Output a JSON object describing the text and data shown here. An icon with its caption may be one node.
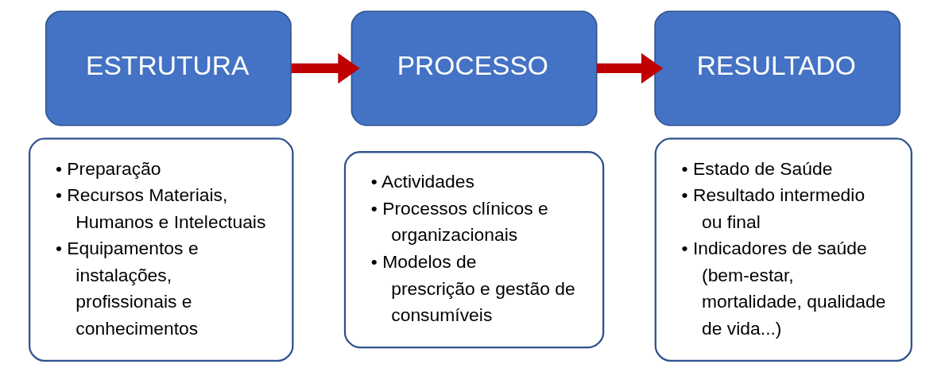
{
  "diagram": {
    "nodes": [
      {
        "text": [
          "ESTRUTURA"
        ]
      },
      {
        "text": [
          "• Preparação",
          "• Recursos Materiais, Humanos e Intelectuais",
          "• Equipamentos e instalações, profissionais e conhecimentos"
        ]
      },
      {
        "text": [
          "PROCESSO"
        ]
      },
      {
        "text": [
          "• Actividades",
          "• Processos clínicos e organizacionais",
          "• Modelos de prescrição e gestão de consumíveis"
        ]
      },
      {
        "text": [
          "RESULTADO"
        ]
      },
      {
        "text": [
          "• Estado de Saúde",
          "• Resultado intermedio ou final",
          "• Indicadores de saúde (bem-estar, mortalidade, qualidade de vida...)"
        ]
      }
    ],
    "edges": [
      {
        "from": 0,
        "to": 2,
        "arrow": "to"
      },
      {
        "from": 2,
        "to": 4,
        "arrow": "to"
      }
    ]
  }
}
